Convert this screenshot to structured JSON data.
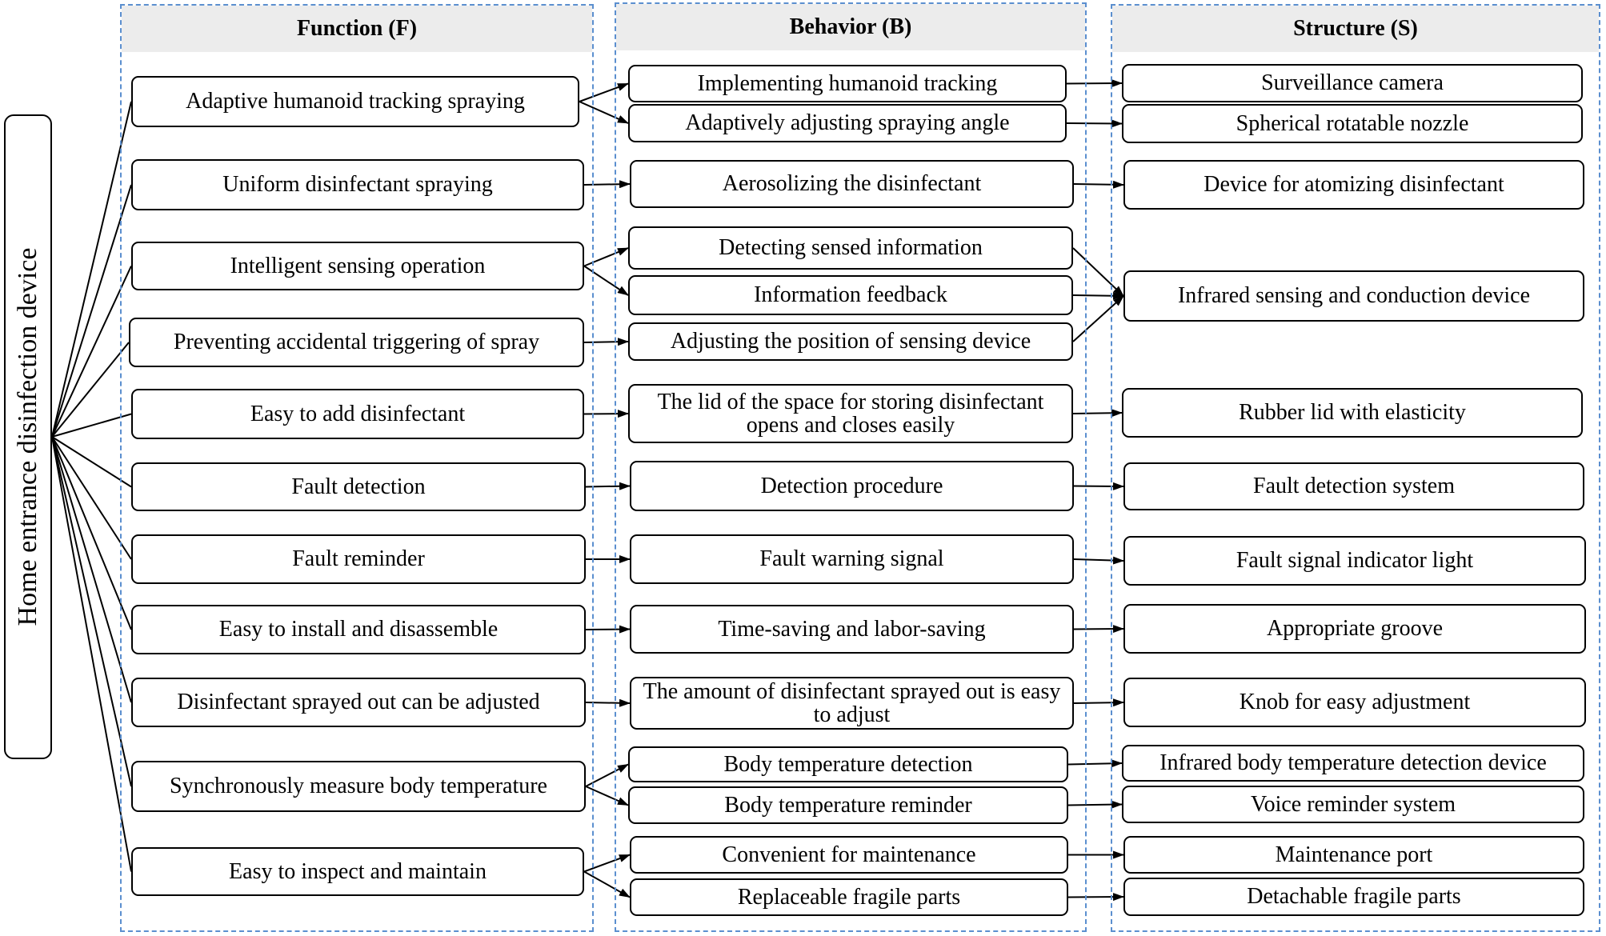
{
  "root": {
    "label": "Home entrance disinfection device"
  },
  "columns": {
    "function": "Function (F)",
    "behavior": "Behavior (B)",
    "structure": "Structure (S)"
  },
  "functions": [
    "Adaptive humanoid tracking spraying",
    "Uniform disinfectant spraying",
    "Intelligent sensing operation",
    "Preventing accidental triggering of spray",
    "Easy to add disinfectant",
    "Fault detection",
    "Fault reminder",
    "Easy to install and disassemble",
    "Disinfectant sprayed out can be adjusted",
    "Synchronously measure body temperature",
    "Easy to inspect and maintain"
  ],
  "behaviors": [
    "Implementing humanoid tracking",
    "Adaptively adjusting spraying angle",
    "Aerosolizing the disinfectant",
    "Detecting sensed information",
    "Information feedback",
    "Adjusting the position of sensing device",
    "The lid of the space for storing disinfectant opens and closes easily",
    "Detection procedure",
    "Fault warning signal",
    "Time-saving and labor-saving",
    "The amount of disinfectant sprayed out is easy to adjust",
    "Body temperature detection",
    "Body temperature reminder",
    "Convenient for maintenance",
    "Replaceable fragile parts"
  ],
  "structures": [
    "Surveillance camera",
    "Spherical rotatable nozzle",
    "Device for atomizing disinfectant",
    "Infrared sensing and conduction device",
    "Rubber lid with elasticity",
    "Fault detection system",
    "Fault signal indicator light",
    "Appropriate groove",
    "Knob for easy adjustment",
    "Infrared body temperature detection device",
    "Voice reminder system",
    "Maintenance port",
    "Detachable fragile parts"
  ],
  "links": {
    "function_to_behavior": [
      [
        0,
        0
      ],
      [
        0,
        1
      ],
      [
        1,
        2
      ],
      [
        2,
        3
      ],
      [
        2,
        4
      ],
      [
        3,
        5
      ],
      [
        4,
        6
      ],
      [
        5,
        7
      ],
      [
        6,
        8
      ],
      [
        7,
        9
      ],
      [
        8,
        10
      ],
      [
        9,
        11
      ],
      [
        9,
        12
      ],
      [
        10,
        13
      ],
      [
        10,
        14
      ]
    ],
    "behavior_to_structure": [
      [
        0,
        0
      ],
      [
        1,
        1
      ],
      [
        2,
        2
      ],
      [
        3,
        3
      ],
      [
        4,
        3
      ],
      [
        5,
        3
      ],
      [
        6,
        4
      ],
      [
        7,
        5
      ],
      [
        8,
        6
      ],
      [
        9,
        7
      ],
      [
        10,
        8
      ],
      [
        11,
        9
      ],
      [
        12,
        10
      ],
      [
        13,
        11
      ],
      [
        14,
        12
      ]
    ]
  },
  "colors": {
    "column_border": "#5b8fcf",
    "header_fill": "#ececec",
    "line": "#000000"
  }
}
